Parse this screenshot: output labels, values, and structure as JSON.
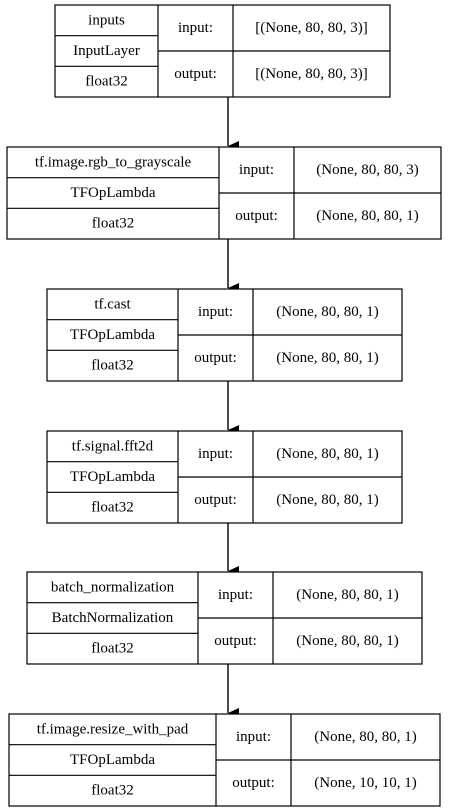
{
  "nodes": [
    {
      "name": "inputs",
      "layer_type": "InputLayer",
      "dtype": "float32",
      "input_label": "input:",
      "output_label": "output:",
      "input_shape": "[(None, 80, 80, 3)]",
      "output_shape": "[(None, 80, 80, 3)]"
    },
    {
      "name": "tf.image.rgb_to_grayscale",
      "layer_type": "TFOpLambda",
      "dtype": "float32",
      "input_label": "input:",
      "output_label": "output:",
      "input_shape": "(None, 80, 80, 3)",
      "output_shape": "(None, 80, 80, 1)"
    },
    {
      "name": "tf.cast",
      "layer_type": "TFOpLambda",
      "dtype": "float32",
      "input_label": "input:",
      "output_label": "output:",
      "input_shape": "(None, 80, 80, 1)",
      "output_shape": "(None, 80, 80, 1)"
    },
    {
      "name": "tf.signal.fft2d",
      "layer_type": "TFOpLambda",
      "dtype": "float32",
      "input_label": "input:",
      "output_label": "output:",
      "input_shape": "(None, 80, 80, 1)",
      "output_shape": "(None, 80, 80, 1)"
    },
    {
      "name": "batch_normalization",
      "layer_type": "BatchNormalization",
      "dtype": "float32",
      "input_label": "input:",
      "output_label": "output:",
      "input_shape": "(None, 80, 80, 1)",
      "output_shape": "(None, 80, 80, 1)"
    },
    {
      "name": "tf.image.resize_with_pad",
      "layer_type": "TFOpLambda",
      "dtype": "float32",
      "input_label": "input:",
      "output_label": "output:",
      "input_shape": "(None, 80, 80, 1)",
      "output_shape": "(None, 10, 10, 1)"
    }
  ]
}
